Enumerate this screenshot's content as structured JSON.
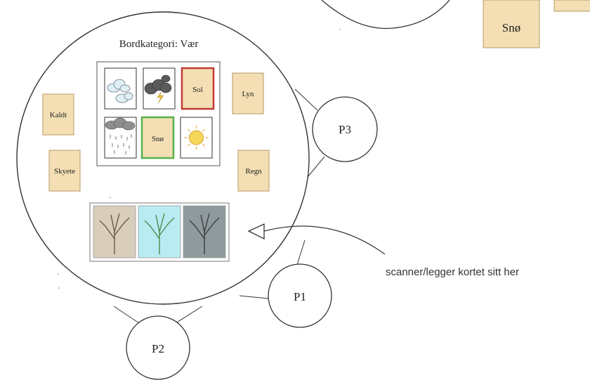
{
  "board": {
    "title": "Bordkategori: Vær"
  },
  "top_cards": {
    "snow": "Snø"
  },
  "grid_cards": {
    "sun_label": "Sol",
    "snow_label": "Snø"
  },
  "side_cards": {
    "cold": "Kaldt",
    "cloudy": "Skyete",
    "lightning": "Lyn",
    "rain": "Regn"
  },
  "players": {
    "p1": "P1",
    "p2": "P2",
    "p3": "P3"
  },
  "annotation": {
    "scanner_text": "scanner/legger kortet sitt her"
  },
  "colors": {
    "card_fill": "#f3dfb3",
    "card_stroke": "#b59a6a",
    "sun_border": "#c23b33",
    "snow_border": "#56b24a",
    "tree1_bg": "#d9cdbb",
    "tree2_bg": "#b9ebf2",
    "tree3_bg": "#8f9a9e"
  }
}
